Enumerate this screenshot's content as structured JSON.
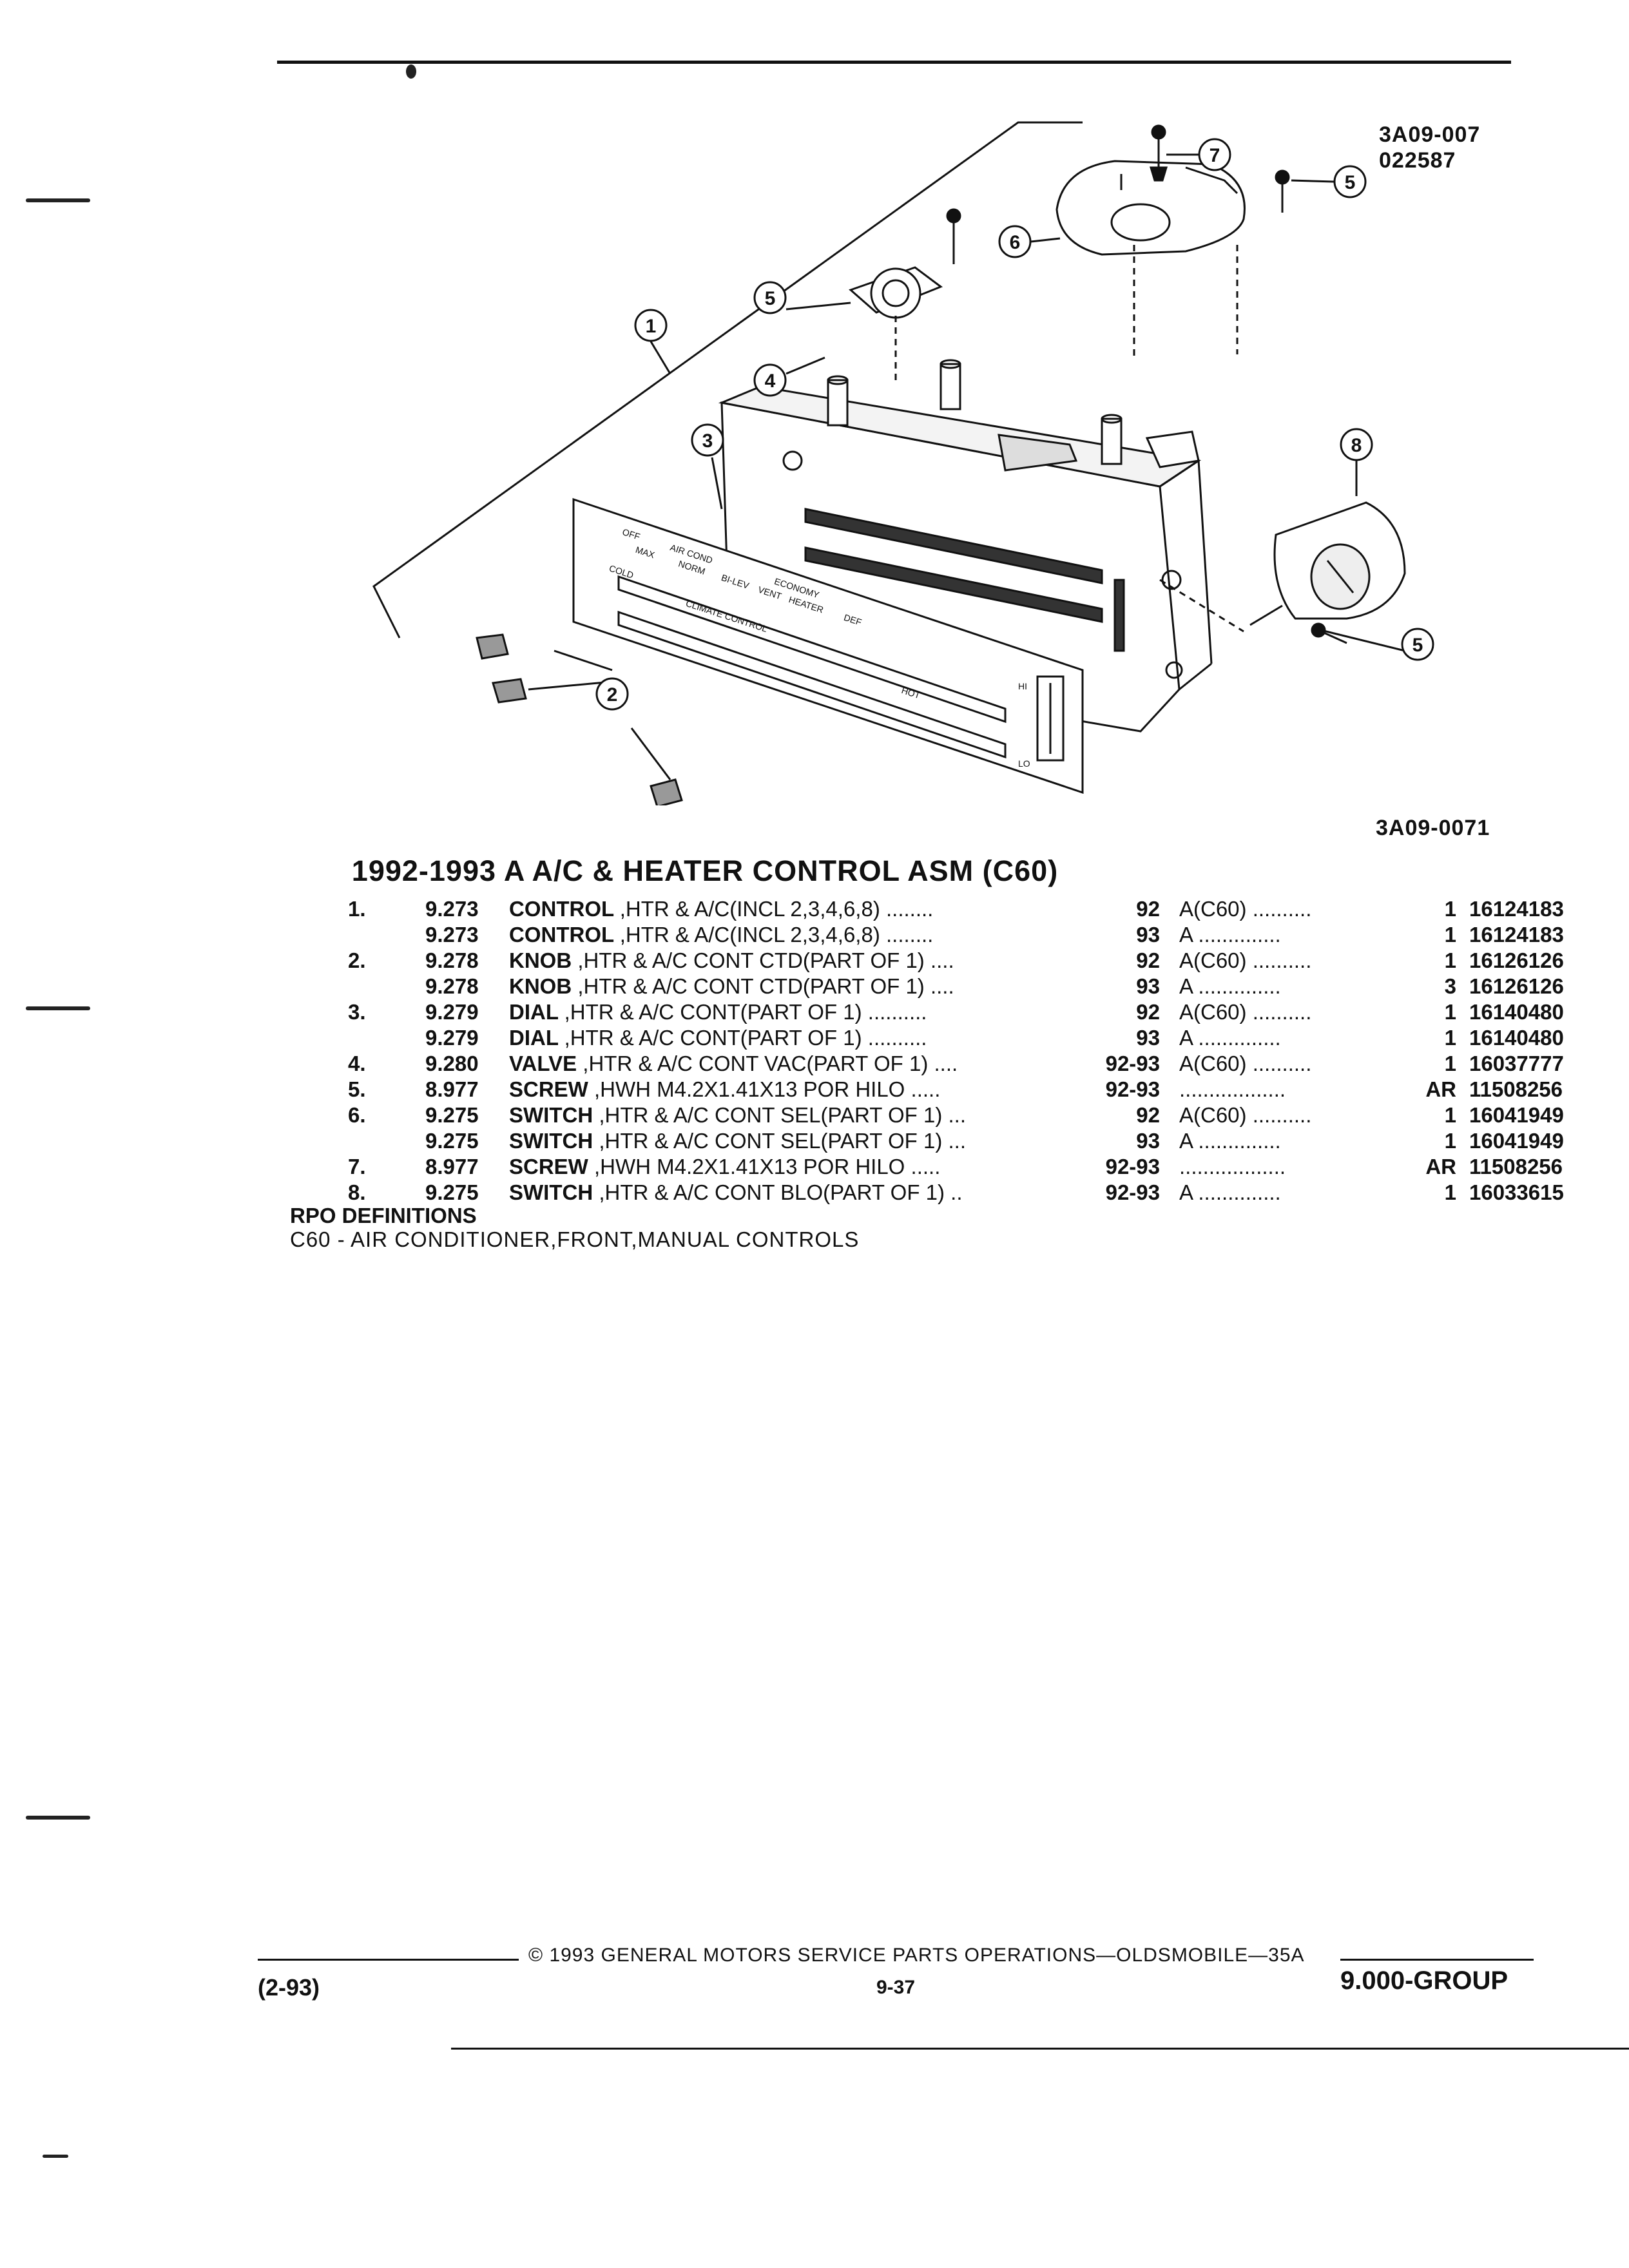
{
  "diagram": {
    "ref_top": "3A09-007",
    "ref_top_2": "022587",
    "ref_bottom": "3A09-0071",
    "callouts": [
      "1",
      "2",
      "3",
      "4",
      "5",
      "5",
      "5",
      "6",
      "7",
      "8"
    ],
    "panel_text": {
      "off": "OFF",
      "max": "MAX",
      "norm": "NORM",
      "bilev": "BI-LEV",
      "vent": "VENT",
      "heater": "HEATER",
      "defrost": "DEF",
      "air_cond": "AIR COND",
      "economy": "ECONOMY",
      "cold": "COLD",
      "hot": "HOT",
      "climate": "CLIMATE CONTROL",
      "hi": "HI",
      "lo": "LO"
    }
  },
  "title": "1992-1993 A A/C & HEATER CONTROL ASM (C60)",
  "parts": [
    {
      "item": "1.",
      "group": "9.273",
      "name": "CONTROL",
      "desc": ",HTR & A/C(INCL 2,3,4,6,8) ........",
      "years": "92",
      "option": "A(C60) ..........",
      "qty": "1",
      "part": "16124183"
    },
    {
      "item": "",
      "group": "9.273",
      "name": "CONTROL",
      "desc": ",HTR & A/C(INCL 2,3,4,6,8) ........",
      "years": "93",
      "option": "A ..............",
      "qty": "1",
      "part": "16124183"
    },
    {
      "item": "2.",
      "group": "9.278",
      "name": "KNOB",
      "desc": ",HTR & A/C CONT CTD(PART OF 1) ....",
      "years": "92",
      "option": "A(C60) ..........",
      "qty": "1",
      "part": "16126126"
    },
    {
      "item": "",
      "group": "9.278",
      "name": "KNOB",
      "desc": ",HTR & A/C CONT CTD(PART OF 1) ....",
      "years": "93",
      "option": "A ..............",
      "qty": "3",
      "part": "16126126"
    },
    {
      "item": "3.",
      "group": "9.279",
      "name": "DIAL",
      "desc": ",HTR & A/C CONT(PART OF 1) ..........",
      "years": "92",
      "option": "A(C60) ..........",
      "qty": "1",
      "part": "16140480"
    },
    {
      "item": "",
      "group": "9.279",
      "name": "DIAL",
      "desc": ",HTR & A/C CONT(PART OF 1) ..........",
      "years": "93",
      "option": "A ..............",
      "qty": "1",
      "part": "16140480"
    },
    {
      "item": "4.",
      "group": "9.280",
      "name": "VALVE",
      "desc": ",HTR & A/C CONT VAC(PART OF 1) ....",
      "years": "92-93",
      "option": "A(C60) ..........",
      "qty": "1",
      "part": "16037777"
    },
    {
      "item": "5.",
      "group": "8.977",
      "name": "SCREW",
      "desc": ",HWH M4.2X1.41X13 POR HILO .....",
      "years": "92-93",
      "option": "..................",
      "qty": "AR",
      "part": "11508256"
    },
    {
      "item": "6.",
      "group": "9.275",
      "name": "SWITCH",
      "desc": ",HTR & A/C CONT SEL(PART OF 1) ...",
      "years": "92",
      "option": "A(C60) ..........",
      "qty": "1",
      "part": "16041949"
    },
    {
      "item": "",
      "group": "9.275",
      "name": "SWITCH",
      "desc": ",HTR & A/C CONT SEL(PART OF 1) ...",
      "years": "93",
      "option": "A ..............",
      "qty": "1",
      "part": "16041949"
    },
    {
      "item": "7.",
      "group": "8.977",
      "name": "SCREW",
      "desc": ",HWH M4.2X1.41X13 POR HILO .....",
      "years": "92-93",
      "option": "..................",
      "qty": "AR",
      "part": "11508256"
    },
    {
      "item": "8.",
      "group": "9.275",
      "name": "SWITCH",
      "desc": ",HTR & A/C CONT BLO(PART OF 1) ..",
      "years": "92-93",
      "option": "A ..............",
      "qty": "1",
      "part": "16033615"
    }
  ],
  "rpo": {
    "heading": "RPO DEFINITIONS",
    "definition": "C60 - AIR CONDITIONER,FRONT,MANUAL CONTROLS"
  },
  "footer": {
    "copyright": "© 1993 GENERAL MOTORS SERVICE PARTS OPERATIONS—OLDSMOBILE—35A",
    "date": "(2-93)",
    "page": "9-37",
    "group": "9.000-GROUP"
  }
}
